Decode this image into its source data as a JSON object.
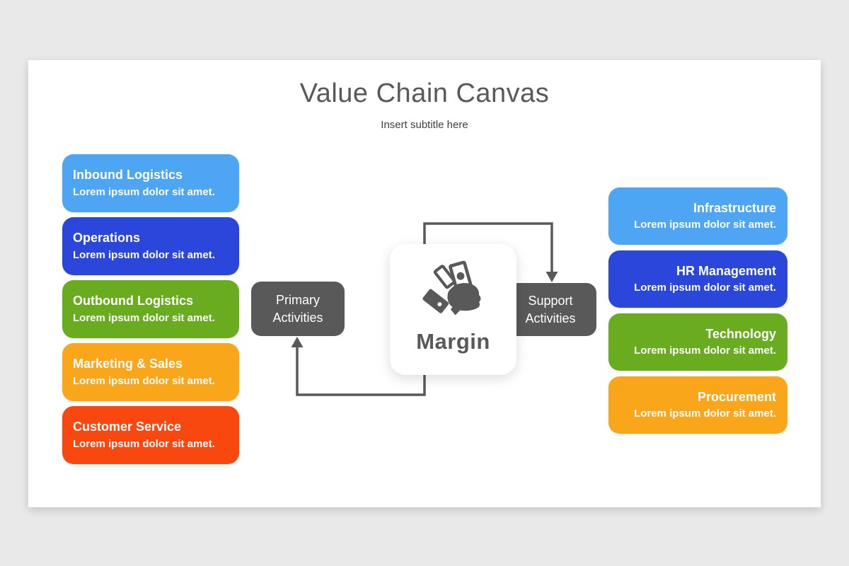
{
  "slide": {
    "title": "Value Chain Canvas",
    "subtitle": "Insert subtitle here"
  },
  "center": {
    "primary_label": "Primary Activities",
    "support_label": "Support Activities",
    "margin_label": "Margin",
    "margin_icon": "money-in-hand-icon"
  },
  "primary_items": [
    {
      "title": "Inbound Logistics",
      "desc": "Lorem ipsum dolor sit amet.",
      "color": "#4DA5F4"
    },
    {
      "title": "Operations",
      "desc": "Lorem ipsum dolor sit amet.",
      "color": "#2B46DB"
    },
    {
      "title": "Outbound Logistics",
      "desc": "Lorem ipsum dolor sit amet.",
      "color": "#6AAC1F"
    },
    {
      "title": "Marketing & Sales",
      "desc": "Lorem ipsum dolor sit amet.",
      "color": "#F9A61B"
    },
    {
      "title": "Customer Service",
      "desc": "Lorem ipsum dolor sit amet.",
      "color": "#F9480F"
    }
  ],
  "support_items": [
    {
      "title": "Infrastructure",
      "desc": "Lorem ipsum dolor sit amet.",
      "color": "#4DA5F4"
    },
    {
      "title": "HR Management",
      "desc": "Lorem ipsum dolor sit amet.",
      "color": "#2B46DB"
    },
    {
      "title": "Technology",
      "desc": "Lorem ipsum dolor sit amet.",
      "color": "#6AAC1F"
    },
    {
      "title": "Procurement",
      "desc": "Lorem ipsum dolor sit amet.",
      "color": "#F9A61B"
    }
  ],
  "colors": {
    "background": "#e9e9e9",
    "slide": "#ffffff",
    "dark_gray": "#595959",
    "title_text": "#595959",
    "subtitle_text": "#3f3f3f",
    "box_text": "#ffffff",
    "arrow": "#595959"
  }
}
